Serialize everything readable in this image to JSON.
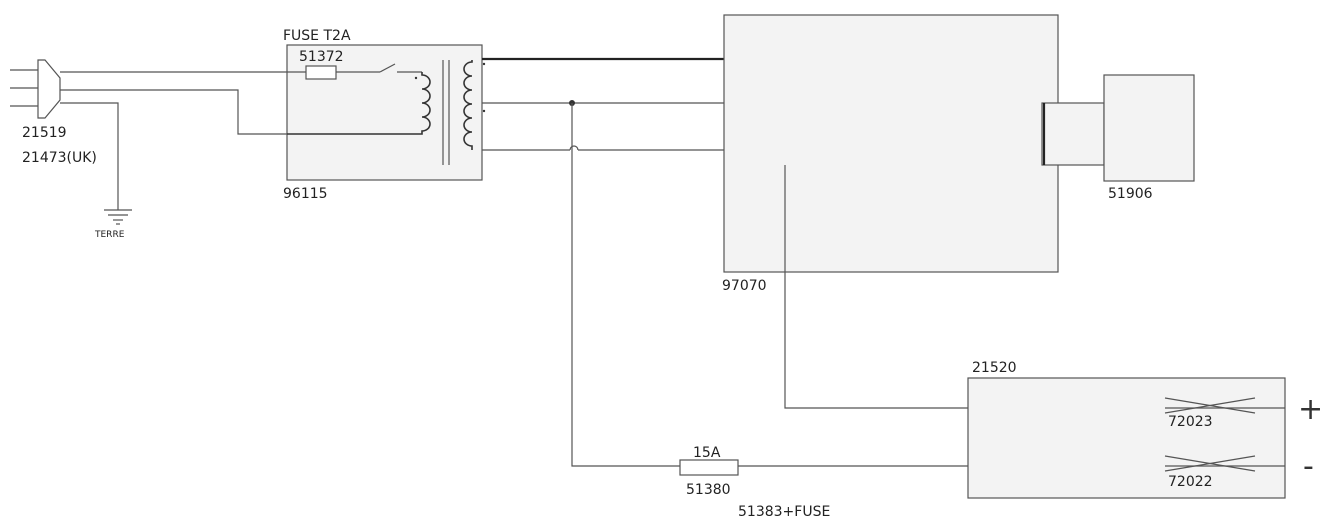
{
  "plug": {
    "label_1": "21519",
    "label_2": "21473(UK)",
    "ground_label": "TERRE"
  },
  "transformer": {
    "fuse_title": "FUSE  T2A",
    "fuse_part": "51372",
    "part": "96115"
  },
  "main_unit": {
    "part": "97070"
  },
  "side_unit": {
    "part": "51906"
  },
  "battery_box": {
    "part": "21520",
    "clip_positive": "72023",
    "clip_negative": "72022",
    "positive_sign": "+",
    "negative_sign": "-"
  },
  "line_fuse": {
    "rating": "15A",
    "part": "51380",
    "assembly": "51383+FUSE"
  },
  "colors": {
    "wire": "#555555",
    "box_fill": "#f3f3f3",
    "background": "#ffffff"
  }
}
